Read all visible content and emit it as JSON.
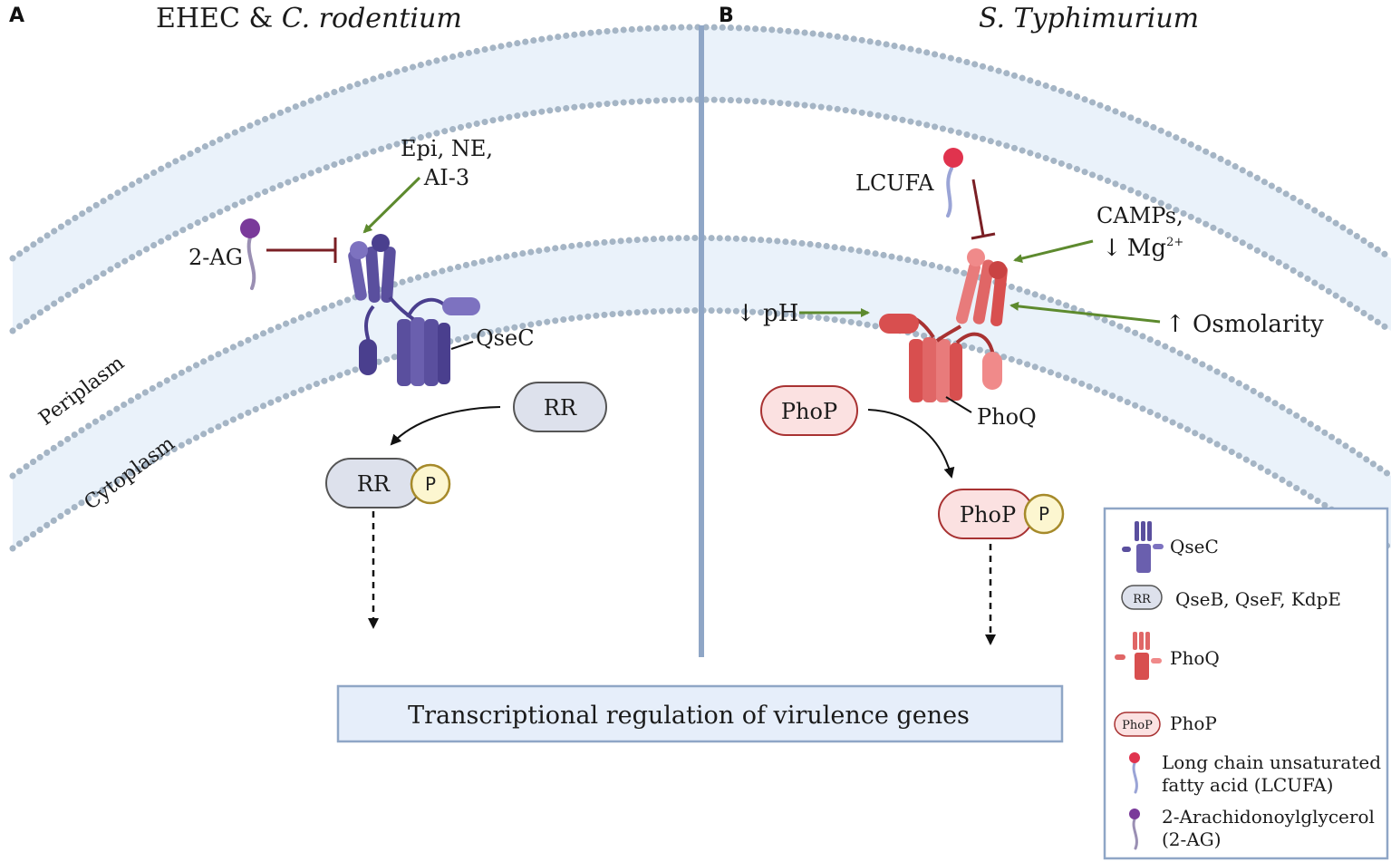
{
  "panels": {
    "a": {
      "letter": "A",
      "title_prefix": "EHEC & ",
      "title_italic": "C. rodentium"
    },
    "b": {
      "letter": "B",
      "title_italic": "S. Typhimurium"
    }
  },
  "compartments": {
    "periplasm": "Periplasm",
    "cytoplasm": "Cytoplasm"
  },
  "left": {
    "signal_line1": "Epi, NE,",
    "signal_line2": "AI-3",
    "inhibitor": "2-AG",
    "kinase": "QseC",
    "rr": "RR",
    "rr_p": "RR",
    "phospho": "P"
  },
  "right": {
    "inhibitor": "LCUFA",
    "signal1_line1": "CAMPs,",
    "signal1_arrow": "↓",
    "signal1_mg": "Mg",
    "signal1_sup": "2+",
    "signal_ph": "↓ pH",
    "signal_osm": "↑ Osmolarity",
    "kinase": "PhoQ",
    "rr": "PhoP",
    "rr_p": "PhoP",
    "phospho": "P"
  },
  "outcome": "Transcriptional regulation of virulence genes",
  "legend": {
    "qsec": "QseC",
    "rr_badge": "RR",
    "rr": "QseB, QseF, KdpE",
    "phoq": "PhoQ",
    "phop_badge": "PhoP",
    "phop": "PhoP",
    "lcufa_line1": "Long chain unsaturated",
    "lcufa_line2": "fatty acid (LCUFA)",
    "ag_line1": "2-Arachidonoylglycerol",
    "ag_line2": "(2-AG)"
  },
  "colors": {
    "membrane_dot": "#a5b5c5",
    "membrane_fill": "#e4eef8",
    "divider": "#8fa6c6",
    "qsec": "#5a4f9e",
    "phoq": "#e06666",
    "rr_fill": "#dde1ec",
    "phop_fill": "#fbe1e1",
    "phospho_fill": "#fcf6d0",
    "activation": "#5d8a2e",
    "inhibition": "#7a1f24",
    "box_fill": "#e6eefa",
    "box_border": "#8fa6c6"
  }
}
